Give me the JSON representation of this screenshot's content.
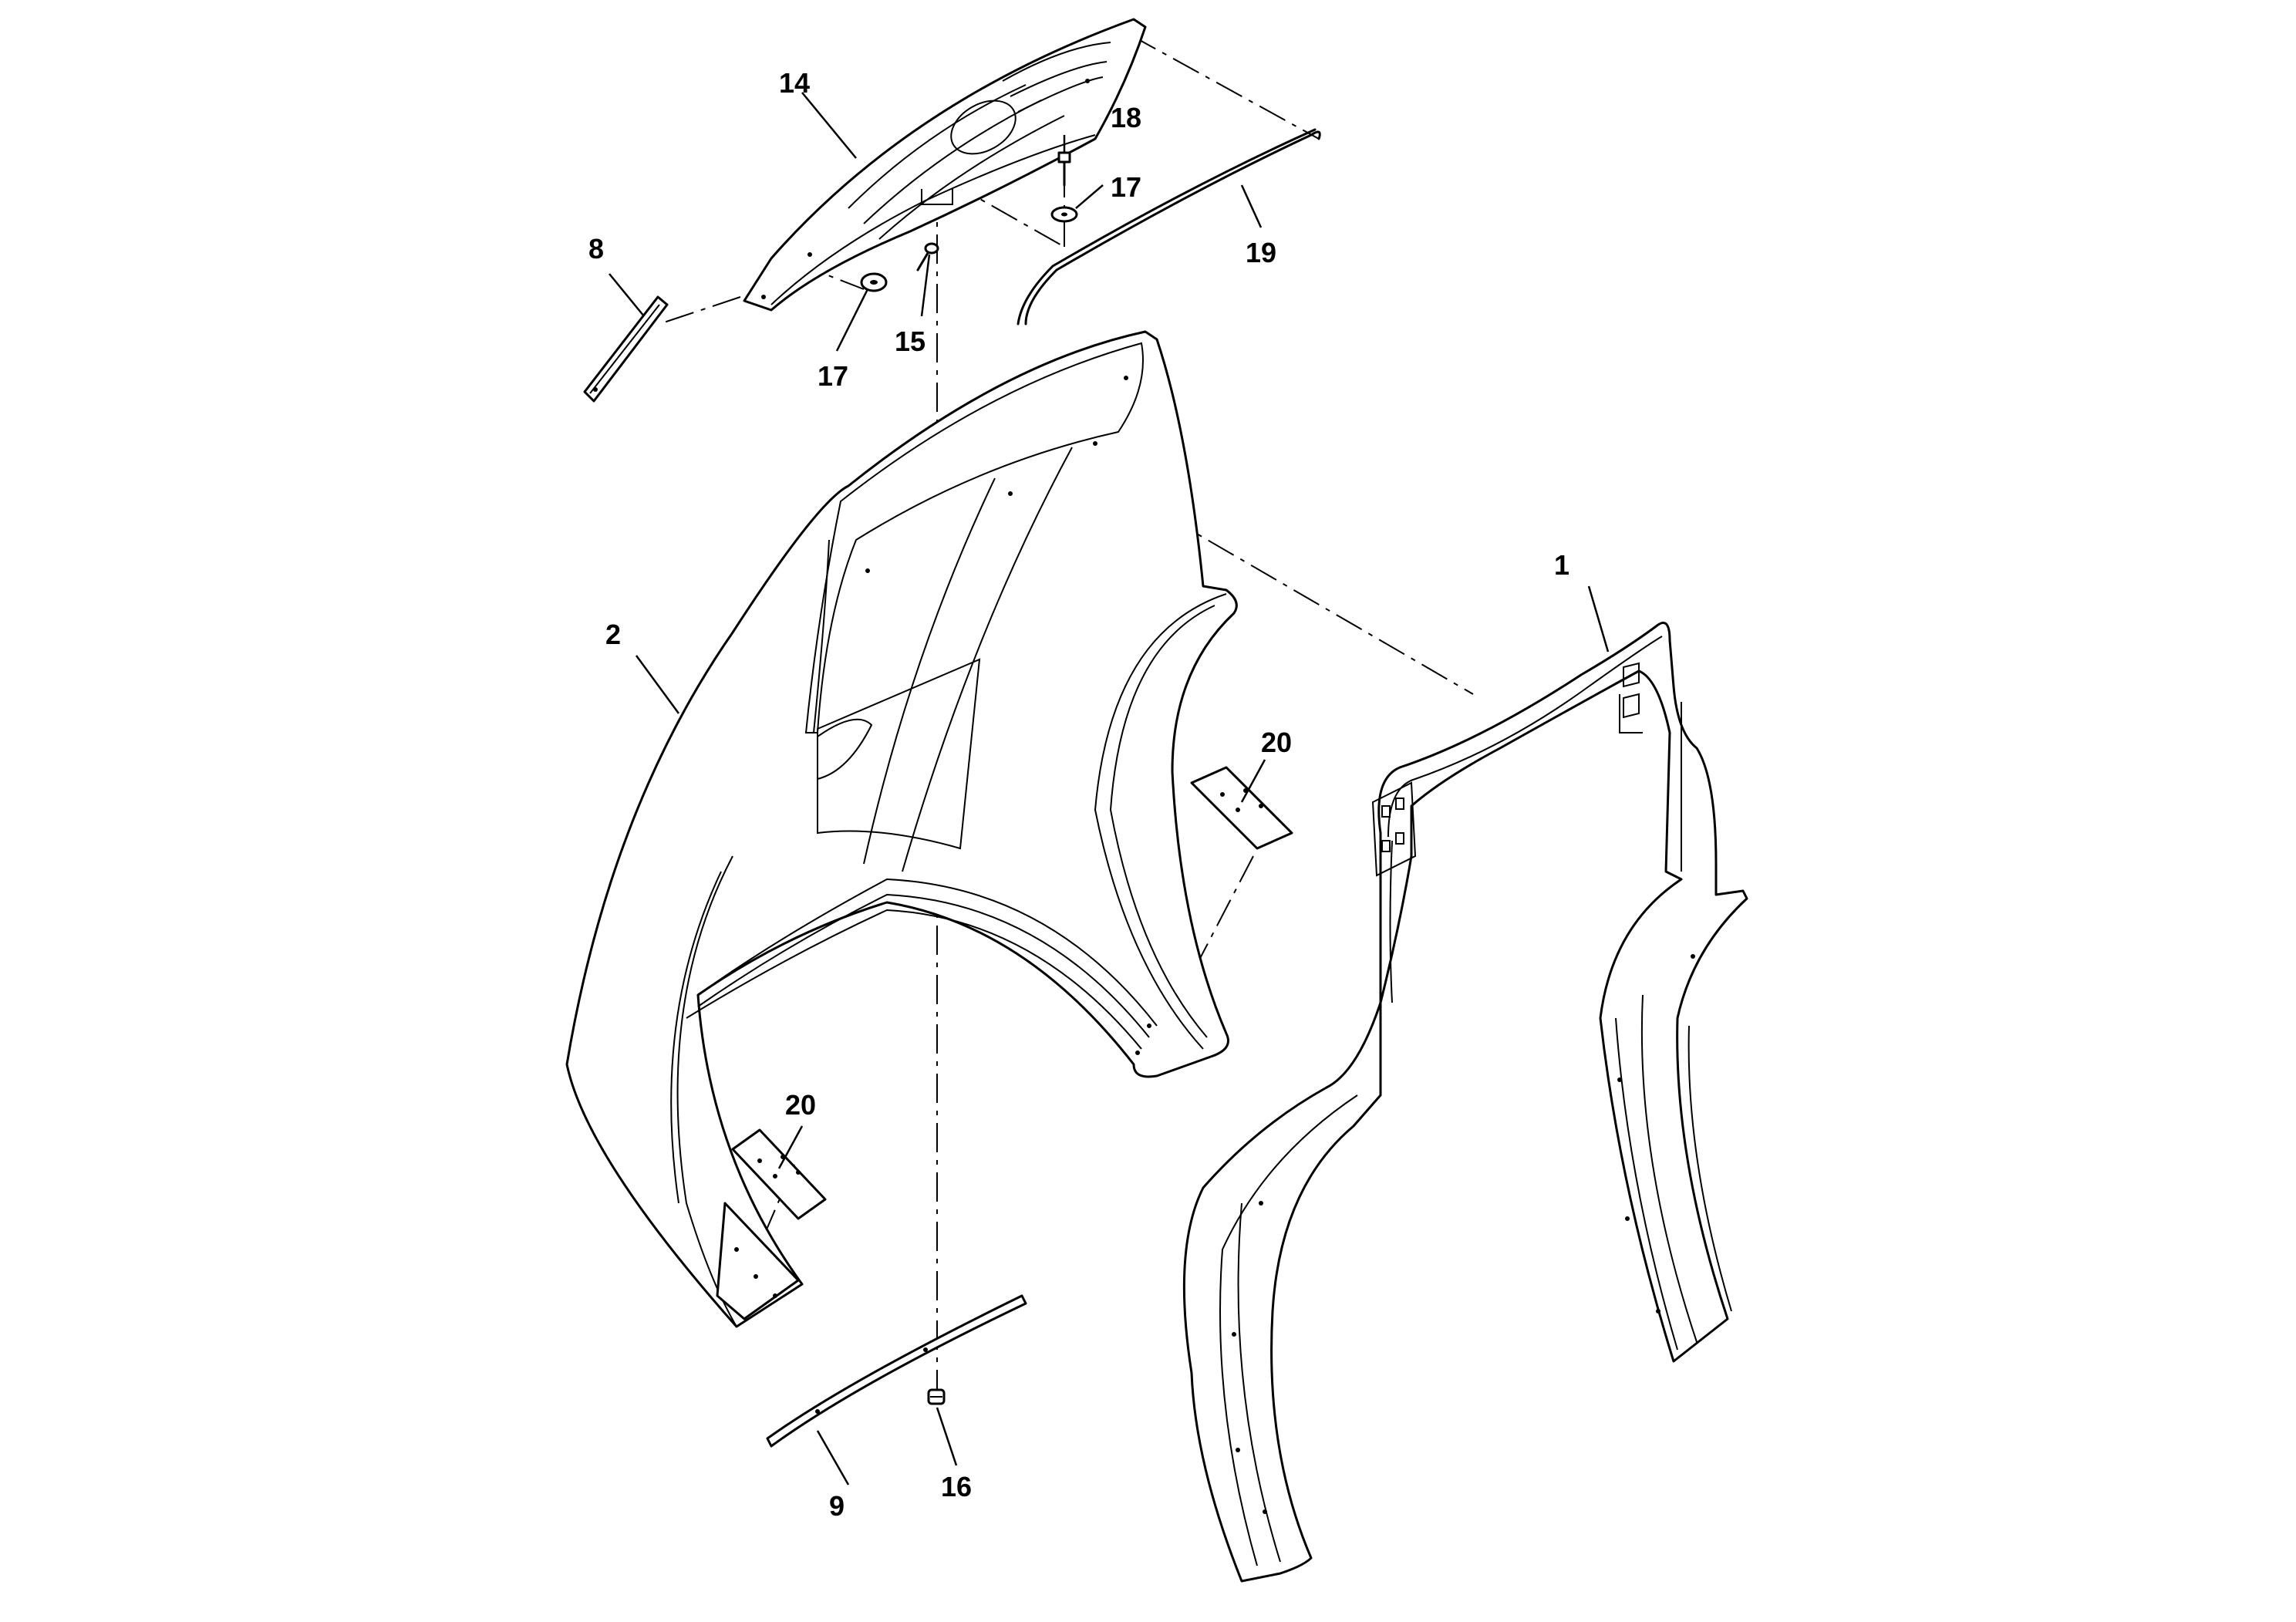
{
  "callouts": [
    {
      "id": "1",
      "text": "1"
    },
    {
      "id": "2",
      "text": "2"
    },
    {
      "id": "8",
      "text": "8"
    },
    {
      "id": "9",
      "text": "9"
    },
    {
      "id": "14",
      "text": "14"
    },
    {
      "id": "15",
      "text": "15"
    },
    {
      "id": "16",
      "text": "16"
    },
    {
      "id": "17a",
      "text": "17"
    },
    {
      "id": "17b",
      "text": "17"
    },
    {
      "id": "18",
      "text": "18"
    },
    {
      "id": "19",
      "text": "19"
    },
    {
      "id": "20a",
      "text": "20"
    },
    {
      "id": "20b",
      "text": "20"
    }
  ]
}
